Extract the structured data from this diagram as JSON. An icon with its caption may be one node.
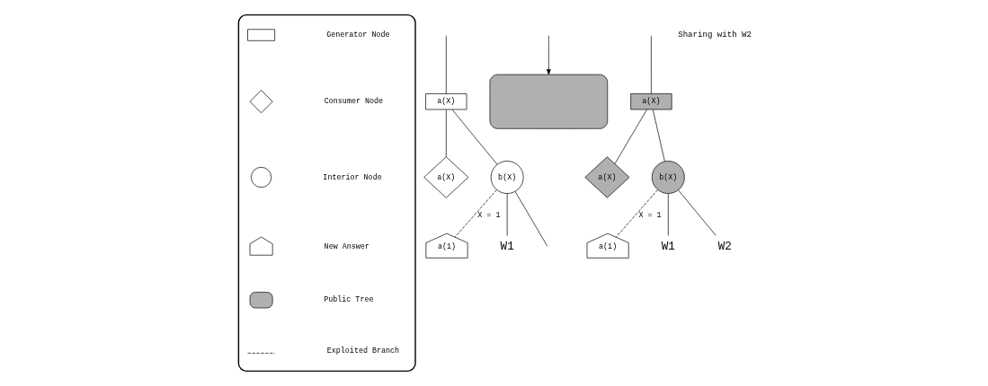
{
  "diagram": {
    "nodes": [
      {
        "text": [
          "a(X)"
        ]
      },
      {
        "text": [
          "a(X)"
        ]
      },
      {
        "text": [
          "b(X)"
        ]
      },
      {
        "text": [
          "a(1)"
        ]
      },
      {
        "text": [
          "W1"
        ]
      },
      {
        "text": [],
        "shape": "box"
      },
      {
        "text": [
          "a(X)"
        ]
      },
      {
        "text": [
          "a(X)"
        ]
      },
      {
        "text": [
          "b(X)"
        ]
      },
      {
        "text": [
          "a(1)"
        ]
      },
      {
        "text": [
          "W1"
        ]
      },
      {
        "text": [
          "W2"
        ]
      },
      {
        "text": [],
        "shape": "box"
      },
      {
        "text": [],
        "shape": "box",
        "in": 12
      },
      {
        "text": [],
        "shape": "diamond",
        "in": 12
      },
      {
        "text": [],
        "shape": "circle",
        "in": 12
      },
      {
        "text": [],
        "shape": "house",
        "in": 12
      },
      {
        "text": [],
        "shape": "box",
        "in": 12
      },
      {
        "text": [],
        "shape": "line",
        "in": 12
      }
    ],
    "edges": [
      {
        "from": null,
        "to": 0,
        "arrow": "none"
      },
      {
        "from": 0,
        "to": 1,
        "arrow": "none"
      },
      {
        "from": 0,
        "to": 2,
        "arrow": "none"
      },
      {
        "from": 2,
        "to": 3,
        "arrow": "none",
        "style": "dashed",
        "label": "X = 1"
      },
      {
        "from": 2,
        "to": 4,
        "arrow": "none"
      },
      {
        "from": 2,
        "to": null,
        "arrow": "none"
      },
      {
        "from": null,
        "to": 5,
        "arrow": "to"
      },
      {
        "from": null,
        "to": 6,
        "arrow": "none"
      },
      {
        "from": 6,
        "to": 7,
        "arrow": "none"
      },
      {
        "from": 6,
        "to": 8,
        "arrow": "none"
      },
      {
        "from": 8,
        "to": 9,
        "arrow": "none",
        "style": "dashed",
        "label": "X = 1"
      },
      {
        "from": 8,
        "to": 10,
        "arrow": "none"
      },
      {
        "from": 8,
        "to": 11,
        "arrow": "none"
      }
    ],
    "labels": [
      "Sharing with W2"
    ],
    "legend": [
      {
        "text": "Generator Node"
      },
      {
        "text": "Consumer Node"
      },
      {
        "text": "Interior Node"
      },
      {
        "text": "New Answer"
      },
      {
        "text": "Public Tree"
      },
      {
        "text": "Exploited Branch"
      }
    ]
  }
}
